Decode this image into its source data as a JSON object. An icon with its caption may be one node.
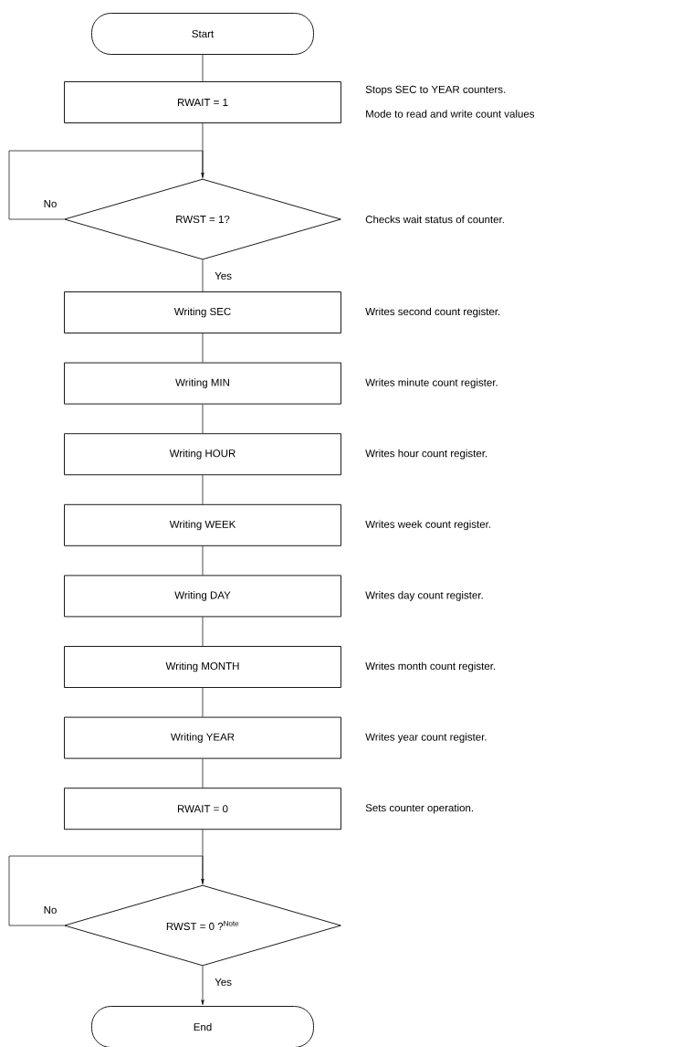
{
  "diagram": {
    "nodes": [
      {
        "text": [
          "Start"
        ]
      },
      {
        "text": [
          "RWAIT = 1"
        ],
        "beside": [
          "Stops SEC to YEAR counters.",
          "Mode to read and write count values"
        ]
      },
      {
        "text": [
          "RWST = 1?"
        ],
        "beside": [
          "Checks wait status of counter."
        ]
      },
      {
        "text": [
          "Writing SEC"
        ],
        "beside": [
          "Writes second count register."
        ]
      },
      {
        "text": [
          "Writing MIN"
        ],
        "beside": [
          "Writes minute count register."
        ]
      },
      {
        "text": [
          "Writing HOUR"
        ],
        "beside": [
          "Writes hour count register."
        ]
      },
      {
        "text": [
          "Writing WEEK"
        ],
        "beside": [
          "Writes week count register."
        ]
      },
      {
        "text": [
          "Writing DAY"
        ],
        "beside": [
          "Writes day count register."
        ]
      },
      {
        "text": [
          "Writing MONTH"
        ],
        "beside": [
          "Writes month count register."
        ]
      },
      {
        "text": [
          "Writing YEAR"
        ],
        "beside": [
          "Writes year count register."
        ]
      },
      {
        "text": [
          "RWAIT = 0"
        ],
        "beside": [
          "Sets counter operation."
        ]
      },
      {
        "text": [
          "RWST = 0 ?$^{Note}$"
        ]
      },
      {
        "text": [
          "End"
        ]
      }
    ],
    "edges": [
      {
        "from": 0,
        "to": 1,
        "arrow": "none"
      },
      {
        "from": 1,
        "to": 2,
        "arrow": "none"
      },
      {
        "from": 2,
        "to": 2,
        "arrow": "to",
        "label": "No"
      },
      {
        "from": 2,
        "to": 3,
        "arrow": "none",
        "label": "Yes"
      },
      {
        "from": 3,
        "to": 4,
        "arrow": "none"
      },
      {
        "from": 4,
        "to": 5,
        "arrow": "none"
      },
      {
        "from": 5,
        "to": 6,
        "arrow": "none"
      },
      {
        "from": 6,
        "to": 7,
        "arrow": "none"
      },
      {
        "from": 7,
        "to": 8,
        "arrow": "none"
      },
      {
        "from": 8,
        "to": 9,
        "arrow": "none"
      },
      {
        "from": 9,
        "to": 10,
        "arrow": "none"
      },
      {
        "from": 10,
        "to": 11,
        "arrow": "none"
      },
      {
        "from": 11,
        "to": 11,
        "arrow": "to",
        "label": "No"
      },
      {
        "from": 11,
        "to": 12,
        "arrow": "to",
        "label": "Yes"
      }
    ]
  }
}
